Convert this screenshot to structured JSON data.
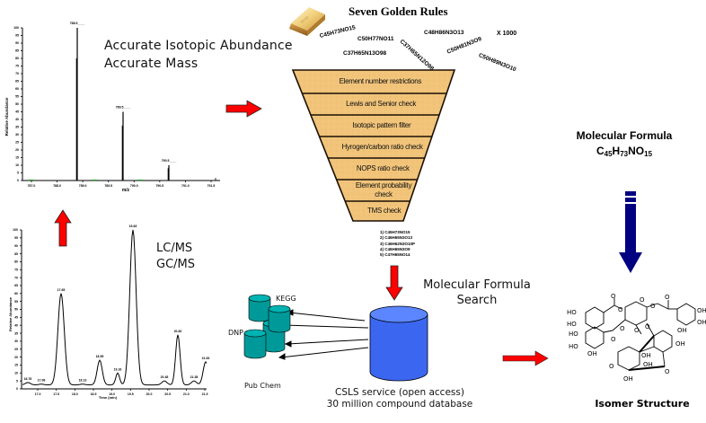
{
  "mass_spectrum": {
    "caption_line1": "Accurate Isotopic Abundance",
    "caption_line2": "Accurate Mass",
    "ylabel": "Relative Abundance",
    "xlabel": "m/z",
    "y_ticks": [
      "0",
      "5",
      "10",
      "15",
      "20",
      "25",
      "30",
      "35",
      "40",
      "45",
      "50",
      "55",
      "60",
      "65",
      "70",
      "75",
      "80",
      "85",
      "90",
      "95",
      "100"
    ],
    "x_ticks": [
      "787.0",
      "788.0",
      "789.0",
      "789.5",
      "790.0",
      "790.5",
      "791.0",
      "791.5"
    ],
    "peaks": [
      {
        "label": "788.5____",
        "rel_abundance": 100
      },
      {
        "label": "789.5____",
        "rel_abundance": 45
      },
      {
        "label": "790.5____",
        "rel_abundance": 10
      }
    ]
  },
  "chromatogram": {
    "caption_line1": "LC/MS",
    "caption_line2": "GC/MS",
    "ylabel": "Relative Abundance",
    "xlabel": "Time (min)",
    "y_ticks": [
      "0",
      "5",
      "10",
      "15",
      "20",
      "25",
      "30",
      "35",
      "40",
      "45",
      "50",
      "55",
      "60",
      "65",
      "70",
      "75",
      "80",
      "85",
      "90",
      "95",
      "100"
    ],
    "x_ticks": [
      "17.0",
      "17.5",
      "18.0",
      "18.5",
      "19.0",
      "19.5",
      "20.0",
      "20.5",
      "21.0",
      "21.5"
    ],
    "peak_labels": [
      {
        "label": "16.76",
        "rel_abundance": 4
      },
      {
        "label": "17.08",
        "rel_abundance": 3
      },
      {
        "label": "17.65",
        "rel_abundance": 60
      },
      {
        "label": "18.13",
        "rel_abundance": 3
      },
      {
        "label": "18.59",
        "rel_abundance": 18
      },
      {
        "label": "19.16",
        "rel_abundance": 10
      },
      {
        "label": "19.63",
        "rel_abundance": 100
      },
      {
        "label": "20.48",
        "rel_abundance": 5
      },
      {
        "label": "20.82",
        "rel_abundance": 34
      },
      {
        "label": "21.38",
        "rel_abundance": 5
      },
      {
        "label": "21.63",
        "rel_abundance": 17
      }
    ]
  },
  "golden_rules": {
    "title": "Seven Golden Rules",
    "gold_bar_label": "50.00",
    "multiplier": "X 1000",
    "scattered_formulas": [
      "C45H73NO15",
      "C50H77NO11",
      "C37H65N13O98",
      "C37H65N12O98",
      "C48H86N3O13",
      "C50H81N3O9",
      "C50H89N3O10"
    ],
    "filters": [
      "Element number restrictions",
      "Lewis and Senior check",
      "Isotopic pattern filter",
      "Hyrogen/carbon ratio check",
      "NOPS ratio check",
      "Element probability check",
      "TMS check"
    ],
    "candidates": [
      "1) C45H73NO15",
      "2) C46H65N3O13",
      "3) C46H62N3O10P",
      "4) C46H65N3O9",
      "5) C47H65NO14"
    ]
  },
  "molecular_formula": {
    "title": "Molecular Formula",
    "formula_parts": [
      {
        "el": "C",
        "n": "45"
      },
      {
        "el": "H",
        "n": "73"
      },
      {
        "el": "N",
        "n": ""
      },
      {
        "el": "O",
        "n": "15"
      }
    ]
  },
  "search": {
    "title_line1": "Molecular Formula",
    "title_line2": "Search",
    "service_line1": "CSLS service (open access)",
    "service_line2": "30 million compound database",
    "databases": [
      "KEGG",
      "DNP",
      "Pub Chem"
    ]
  },
  "isomer": {
    "title": "Isomer Structure",
    "atom_labels": [
      "HO",
      "HO",
      "HO",
      "HO",
      "OH",
      "O",
      "O",
      "O",
      "O",
      "O",
      "O",
      "O",
      "O",
      "O",
      "OH",
      "OH",
      "OH",
      "OH",
      "OH",
      "OH",
      "O",
      "O",
      "OH"
    ]
  },
  "colors": {
    "arrow_red": "#ff0000",
    "arrow_navy": "#000080",
    "funnel_fill": "#f0c070",
    "funnel_border": "#2a1a0a",
    "db_blue": "#3366ff",
    "db_teal": "#009999",
    "ms_green": "#2ca02c"
  }
}
